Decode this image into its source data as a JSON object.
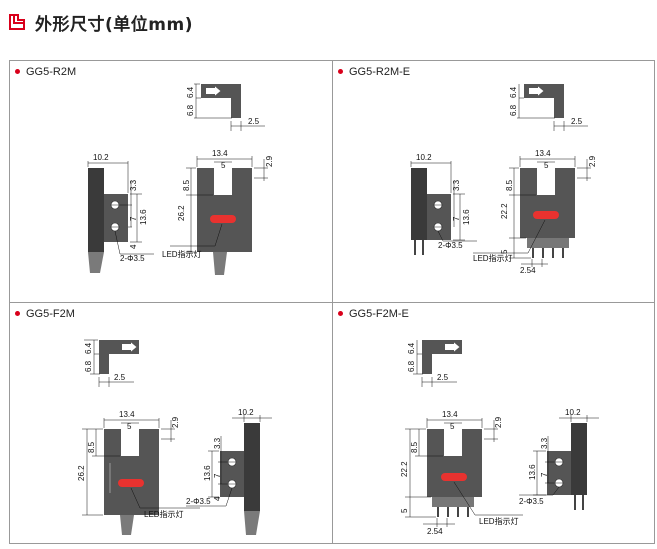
{
  "header": {
    "title": "外形尺寸(单位mm)",
    "accent_color": "#d9001b",
    "icon": "dimension-icon"
  },
  "colors": {
    "body": "#555555",
    "body_dark": "#3a3a3a",
    "led": "#e8322f",
    "cable": "#7a7a7a"
  },
  "panels": [
    {
      "model": "GG5-R2M",
      "dims": {
        "d1": "6.8",
        "d2": "6.4",
        "d3": "2.5",
        "d4": "10.2",
        "d5": "3.3",
        "d6": "7",
        "d7": "13.6",
        "d8": "4",
        "d9": "2-Φ3.5",
        "d10": "13.4",
        "d11": "5",
        "d12": "2.9",
        "d13": "8.5",
        "d14": "26.2"
      },
      "led_label": "LED指示灯"
    },
    {
      "model": "GG5-R2M-E",
      "dims": {
        "d1": "6.8",
        "d2": "6.4",
        "d3": "2.5",
        "d4": "10.2",
        "d5": "3.3",
        "d6": "7",
        "d7": "13.6",
        "d9": "2-Φ3.5",
        "d10": "13.4",
        "d11": "5",
        "d12": "2.9",
        "d13": "8.5",
        "d14": "22.2",
        "d15": "5",
        "d16": "2.54"
      },
      "led_label": "LED指示灯"
    },
    {
      "model": "GG5-F2M",
      "dims": {
        "d1": "6.8",
        "d2": "6.4",
        "d3": "2.5",
        "d10": "13.4",
        "d11": "5",
        "d12": "2.9",
        "d13": "8.5",
        "d14": "26.2",
        "d4": "10.2",
        "d5": "3.3",
        "d6": "7",
        "d7": "13.6",
        "d8": "4",
        "d9": "2-Φ3.5"
      },
      "led_label": "LED指示灯"
    },
    {
      "model": "GG5-F2M-E",
      "dims": {
        "d1": "6.8",
        "d2": "6.4",
        "d3": "2.5",
        "d10": "13.4",
        "d11": "5",
        "d12": "2.9",
        "d13": "8.5",
        "d14": "22.2",
        "d15": "5",
        "d16": "2.54",
        "d4": "10.2",
        "d5": "3.3",
        "d6": "7",
        "d7": "13.6",
        "d9": "2-Φ3.5"
      },
      "led_label": "LED指示灯"
    }
  ]
}
